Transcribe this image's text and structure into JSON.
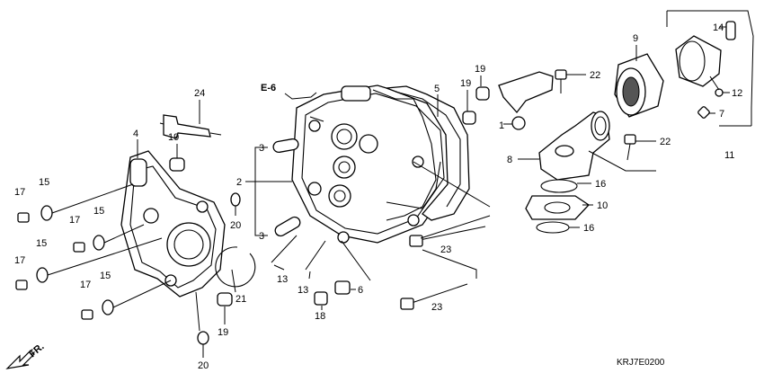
{
  "labels": {
    "p1": "1",
    "p2": "2",
    "p3a": "3",
    "p3b": "3",
    "p4": "4",
    "p5": "5",
    "p6": "6",
    "p7": "7",
    "p8": "8",
    "p9": "9",
    "p10": "10",
    "p11": "11",
    "p12": "12",
    "p13a": "13",
    "p13b": "13",
    "p14": "14",
    "p15a": "15",
    "p15b": "15",
    "p15c": "15",
    "p15d": "15",
    "p16a": "16",
    "p16b": "16",
    "p17a": "17",
    "p17b": "17",
    "p17c": "17",
    "p17d": "17",
    "p18": "18",
    "p19a": "19",
    "p19b": "19",
    "p19c": "19",
    "p19d": "19",
    "p20a": "20",
    "p20b": "20",
    "p21": "21",
    "p22a": "22",
    "p22b": "22",
    "p23a": "23",
    "p23b": "23",
    "p24": "24"
  },
  "reference": "E-6",
  "direction": "FR.",
  "diagram_code": "KRJ7E0200"
}
